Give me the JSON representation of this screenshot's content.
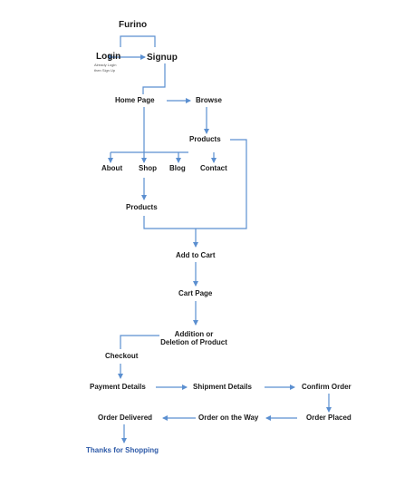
{
  "diagram": {
    "colors": {
      "connector": "#5b8fd0",
      "text": "#1a1a1a",
      "final_text": "#2e5aa8"
    },
    "nodes": {
      "furino": "Furino",
      "login": "Login",
      "signup": "Signup",
      "login_note_1": "Already Login",
      "login_note_2": "then Sign Up",
      "home_page": "Home Page",
      "browse": "Browse",
      "products_browse": "Products",
      "about": "About",
      "shop": "Shop",
      "blog": "Blog",
      "contact": "Contact",
      "products_shop": "Products",
      "add_to_cart": "Add to Cart",
      "cart_page": "Cart Page",
      "addition_deletion": "Addition or Deletion of Product",
      "checkout": "Checkout",
      "payment_details": "Payment Details",
      "shipment_details": "Shipment Details",
      "confirm_order": "Confirm Order",
      "order_placed": "Order Placed",
      "order_on_the_way": "Order on the Way",
      "order_delivered": "Order Delivered",
      "thanks": "Thanks for Shopping"
    }
  }
}
